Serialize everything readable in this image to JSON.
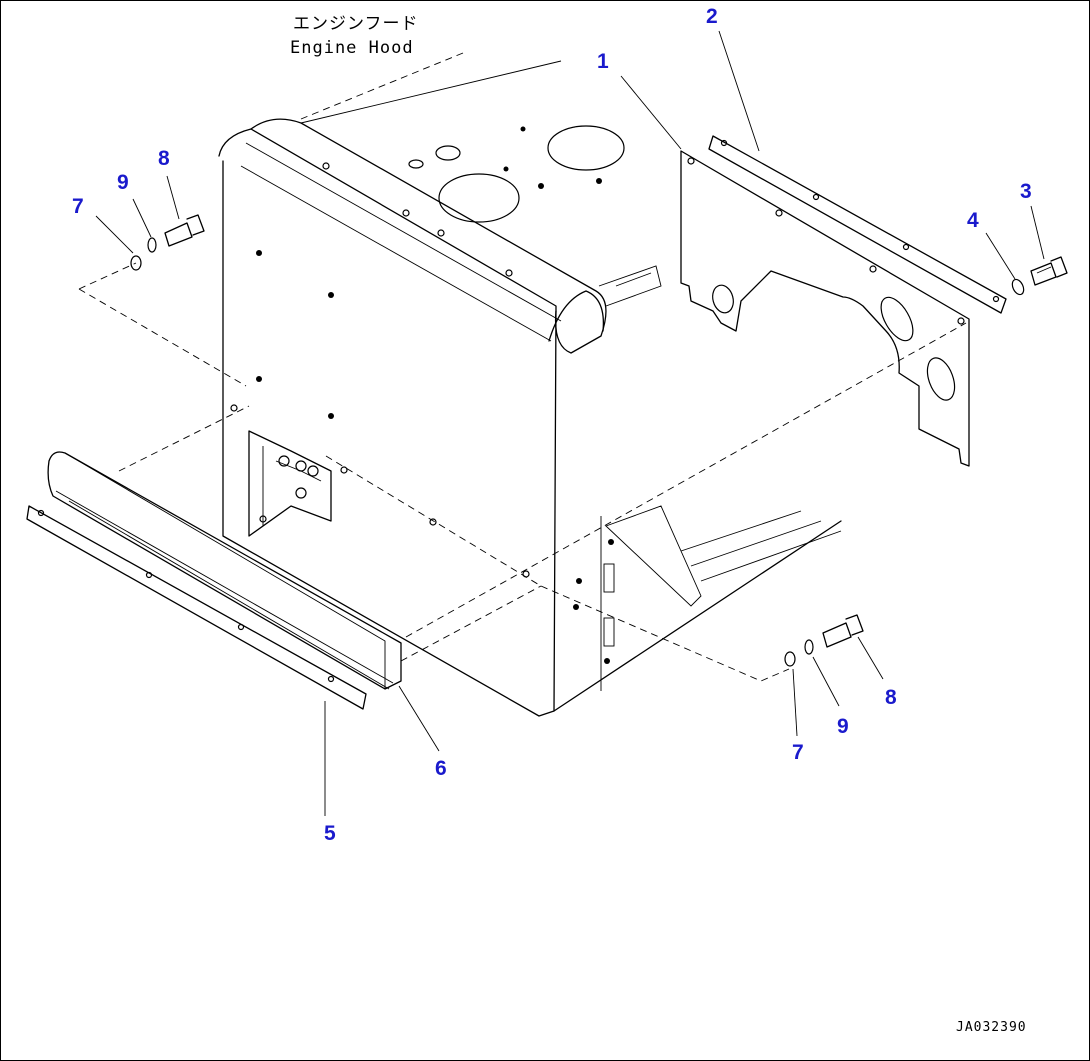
{
  "diagram": {
    "title_jp": "エンジンフード",
    "title_en": "Engine Hood",
    "drawing_number": "JA032390",
    "callouts": [
      {
        "id": "c1",
        "label": "1"
      },
      {
        "id": "c2",
        "label": "2"
      },
      {
        "id": "c3",
        "label": "3"
      },
      {
        "id": "c4",
        "label": "4"
      },
      {
        "id": "c5",
        "label": "5"
      },
      {
        "id": "c6",
        "label": "6"
      },
      {
        "id": "c7a",
        "label": "7"
      },
      {
        "id": "c7b",
        "label": "7"
      },
      {
        "id": "c8a",
        "label": "8"
      },
      {
        "id": "c8b",
        "label": "8"
      },
      {
        "id": "c9a",
        "label": "9"
      },
      {
        "id": "c9b",
        "label": "9"
      }
    ],
    "callout_color": "#1a1acc"
  }
}
